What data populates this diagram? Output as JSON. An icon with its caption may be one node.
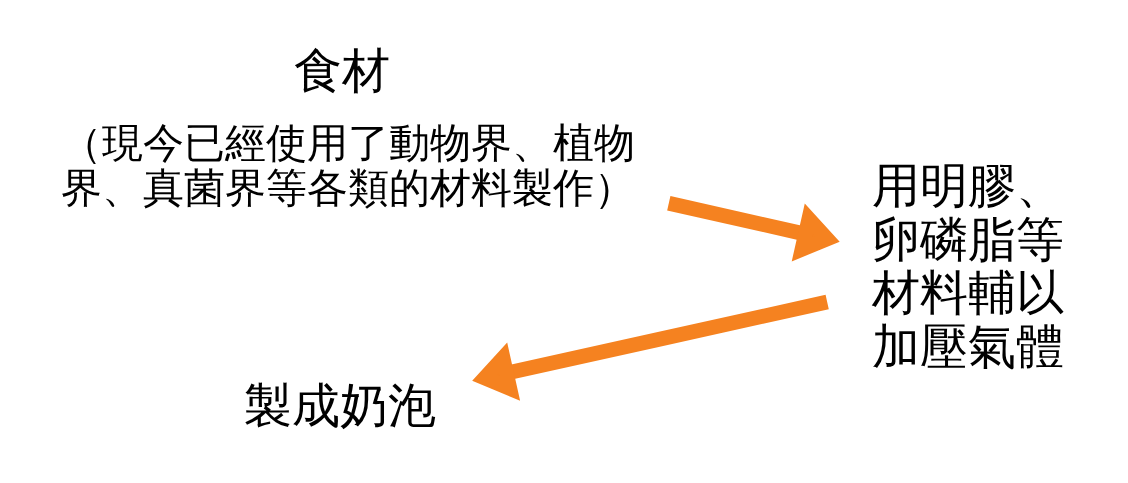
{
  "diagram": {
    "nodes": [
      {
        "text": [
          "食材",
          "（現今已經使用了動物界、植物界、真菌界等各類的材料製作）"
        ]
      },
      {
        "text": [
          "用明膠、卵磷脂等材料輔以加壓氣體"
        ]
      },
      {
        "text": [
          "製成奶泡"
        ]
      }
    ],
    "edges": [
      {
        "from": 0,
        "to": 1,
        "arrow": "to"
      },
      {
        "from": 1,
        "to": 2,
        "arrow": "to"
      }
    ]
  }
}
